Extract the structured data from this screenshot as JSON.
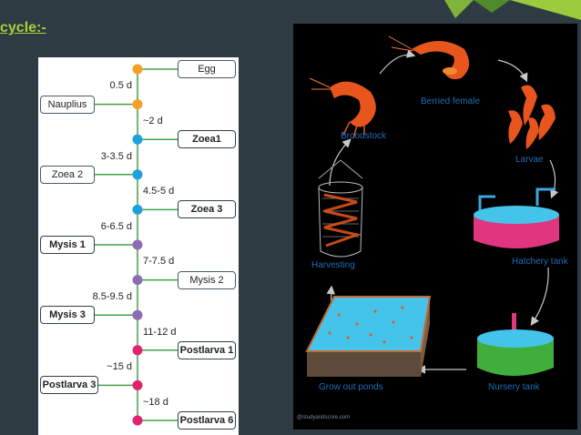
{
  "slide": {
    "title": "cycle:-"
  },
  "life_stages": {
    "stages": [
      {
        "name": "Egg",
        "side": "right",
        "bold": false,
        "color": "#f5a023"
      },
      {
        "name": "Nauplius",
        "side": "left",
        "bold": false,
        "color": "#f5a023"
      },
      {
        "name": "Zoea1",
        "side": "right",
        "bold": true,
        "color": "#1ea0d8"
      },
      {
        "name": "Zoea 2",
        "side": "left",
        "bold": false,
        "color": "#1ea0d8"
      },
      {
        "name": "Zoea 3",
        "side": "right",
        "bold": true,
        "color": "#1ea0d8"
      },
      {
        "name": "Mysis 1",
        "side": "left",
        "bold": true,
        "color": "#8e6bb5"
      },
      {
        "name": "Mysis 2",
        "side": "right",
        "bold": false,
        "color": "#8e6bb5"
      },
      {
        "name": "Mysis 3",
        "side": "left",
        "bold": true,
        "color": "#8e6bb5"
      },
      {
        "name": "Postlarva 1",
        "side": "right",
        "bold": true,
        "color": "#e2226e"
      },
      {
        "name": "Postlarva 3",
        "side": "left",
        "bold": true,
        "color": "#e2226e"
      },
      {
        "name": "Postlarva 6",
        "side": "right",
        "bold": true,
        "color": "#e2226e"
      }
    ],
    "durations": [
      "0.5 d",
      "~2 d",
      "3-3.5 d",
      "4.5-5 d",
      "6-6.5 d",
      "7-7.5 d",
      "8.5-9.5 d",
      "11-12 d",
      "~15 d",
      "~18 d"
    ]
  },
  "culture_cycle": {
    "labels": {
      "berried_female": "Berried female",
      "broodstock": "Broodstock",
      "larvae": "Larvae",
      "hatchery_tank": "Hatchery tank",
      "harvesting": "Harvesting",
      "nursery_tank": "Nursery tank",
      "grow_out_ponds": "Grow out ponds"
    },
    "credit": "@studyandscore.com"
  },
  "colors": {
    "background": "#2f3b43",
    "title": "#a6d137",
    "spine": "#43a047",
    "cycle_label": "#1e6db5"
  }
}
